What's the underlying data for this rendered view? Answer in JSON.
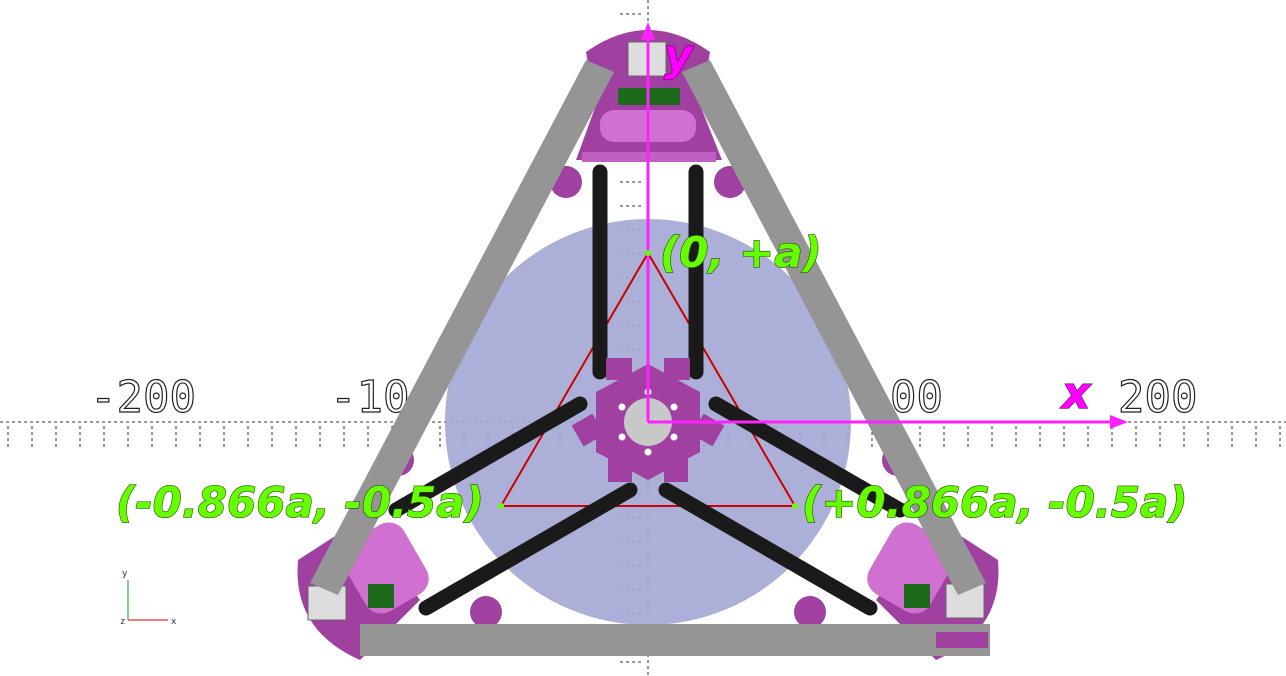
{
  "scene": {
    "vertex_labels": {
      "top": "(0, +a)",
      "left": "(-0.866a, -0.5a)",
      "right": "(+0.866a, -0.5a)"
    },
    "axis_labels": {
      "x": "x",
      "y": "y"
    },
    "ruler_labels": {
      "neg200": "-200",
      "neg100": "-10",
      "pos100": "00",
      "pos200": "200"
    },
    "mini_axes": {
      "x": "x",
      "y": "y",
      "z": "z"
    },
    "colors": {
      "frame_purple": "#a040a0",
      "rail_gray": "#959595",
      "rod_black": "#1a1a1a",
      "disc_lavender": "#a3a7d4",
      "triangle_red": "#cc0000",
      "axis_magenta": "#ff22ff",
      "label_green": "#66ff00",
      "motor_green": "#1b6b1b"
    }
  }
}
